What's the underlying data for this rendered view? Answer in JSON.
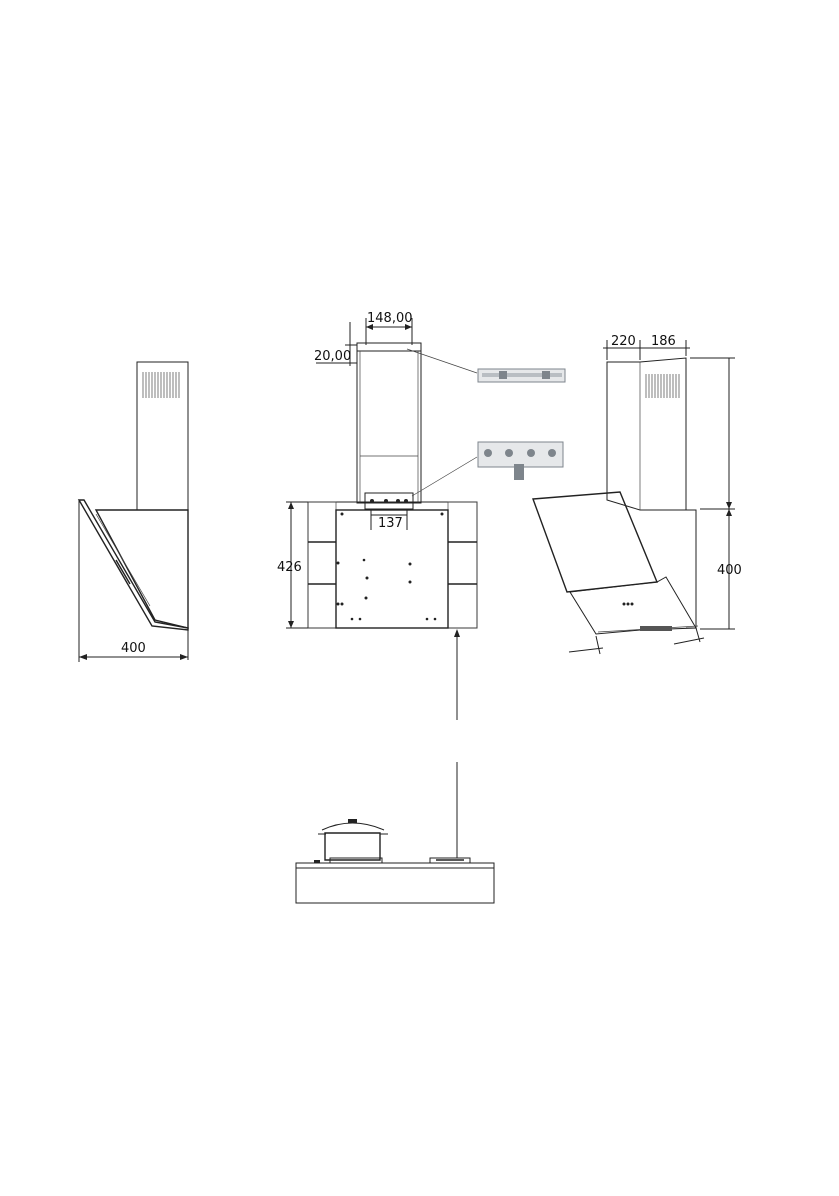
{
  "dimensions": {
    "side_depth": "400",
    "top_width": "148,00",
    "top_offset": "20,00",
    "bracket_width": "137",
    "hood_height": "426",
    "persp_a": "220",
    "persp_b": "186",
    "persp_height": "400"
  },
  "colors": {
    "line": "#222222",
    "metal_light": "#e6e8ea",
    "metal_mid": "#b9bec3",
    "metal_dark": "#7e858c"
  }
}
